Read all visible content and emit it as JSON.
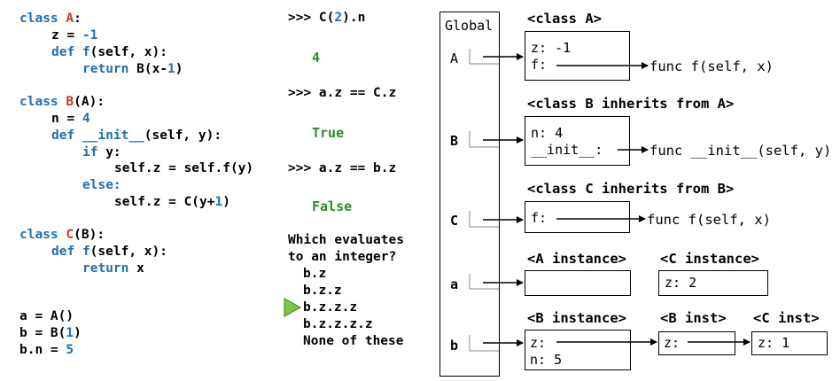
{
  "code": {
    "a_cls": "class",
    "a_name": "A",
    "a_colon": ":",
    "a_z_lhs": "z = ",
    "a_z_val": "-1",
    "a_def": "def",
    "a_f": "f",
    "a_f_sig": "(self, x):",
    "a_ret": "return",
    "a_ret_val": "B(x-",
    "a_ret_one": "1",
    "a_ret_close": ")",
    "b_cls": "class",
    "b_name": "B",
    "b_base": "(A):",
    "b_n_lhs": "n = ",
    "b_n_val": "4",
    "b_def": "def",
    "b_init": "__init__",
    "b_init_sig": "(self, y):",
    "b_if": "if",
    "b_if_rest": " y:",
    "b_selfz": "self.z = self.f(y)",
    "b_else": "else:",
    "b_selfz2": "self.z = C(y+",
    "b_selfz2_one": "1",
    "b_selfz2_close": ")",
    "c_cls": "class",
    "c_name": "C",
    "c_base": "(B):",
    "c_def": "def",
    "c_f": "f",
    "c_f_sig": "(self, x):",
    "c_ret": "return",
    "c_ret_val": " x",
    "l1": "a = A()",
    "l2a": "b = B(",
    "l2n": "1",
    "l2b": ")",
    "l3a": "b.n = ",
    "l3n": "5"
  },
  "repl": {
    "q1a": ">>> C(",
    "q1n": "2",
    "q1b": ").n",
    "a1": "4",
    "q2": ">>> a.z == C.z",
    "a2": "True",
    "q3": ">>> a.z == b.z",
    "a3": "False"
  },
  "quiz": {
    "question_1": "Which evaluates",
    "question_2": "to an integer?",
    "options": [
      "b.z",
      "b.z.z",
      "b.z.z.z",
      "b.z.z.z.z",
      "None of these"
    ],
    "selected_index": 2
  },
  "global_frame": {
    "title": "Global",
    "vars": [
      "A",
      "B",
      "C",
      "a",
      "b"
    ]
  },
  "objects": {
    "class_a_header": "<class A>",
    "class_a_z": "z: -1",
    "class_a_f": "f:",
    "class_a_func": "func f(self, x)",
    "class_b_header": "<class B inherits from A>",
    "class_b_n": "n: 4",
    "class_b_init": "__init__:",
    "class_b_func": "func __init__(self, y)",
    "class_c_header": "<class C inherits from B>",
    "class_c_f": "f:",
    "class_c_func": "func f(self, x)",
    "a_inst_header": "<A instance>",
    "c_inst_header_1": "<C instance>",
    "c_inst_1_z": "z: 2",
    "b_inst_header": "<B instance>",
    "b_inst_z": "z:",
    "b_inst_n": "n: 5",
    "b_inst2_header": "<B inst>",
    "b_inst2_z": "z:",
    "c_inst2_header": "<C inst>",
    "c_inst2_z": "z: 1"
  }
}
